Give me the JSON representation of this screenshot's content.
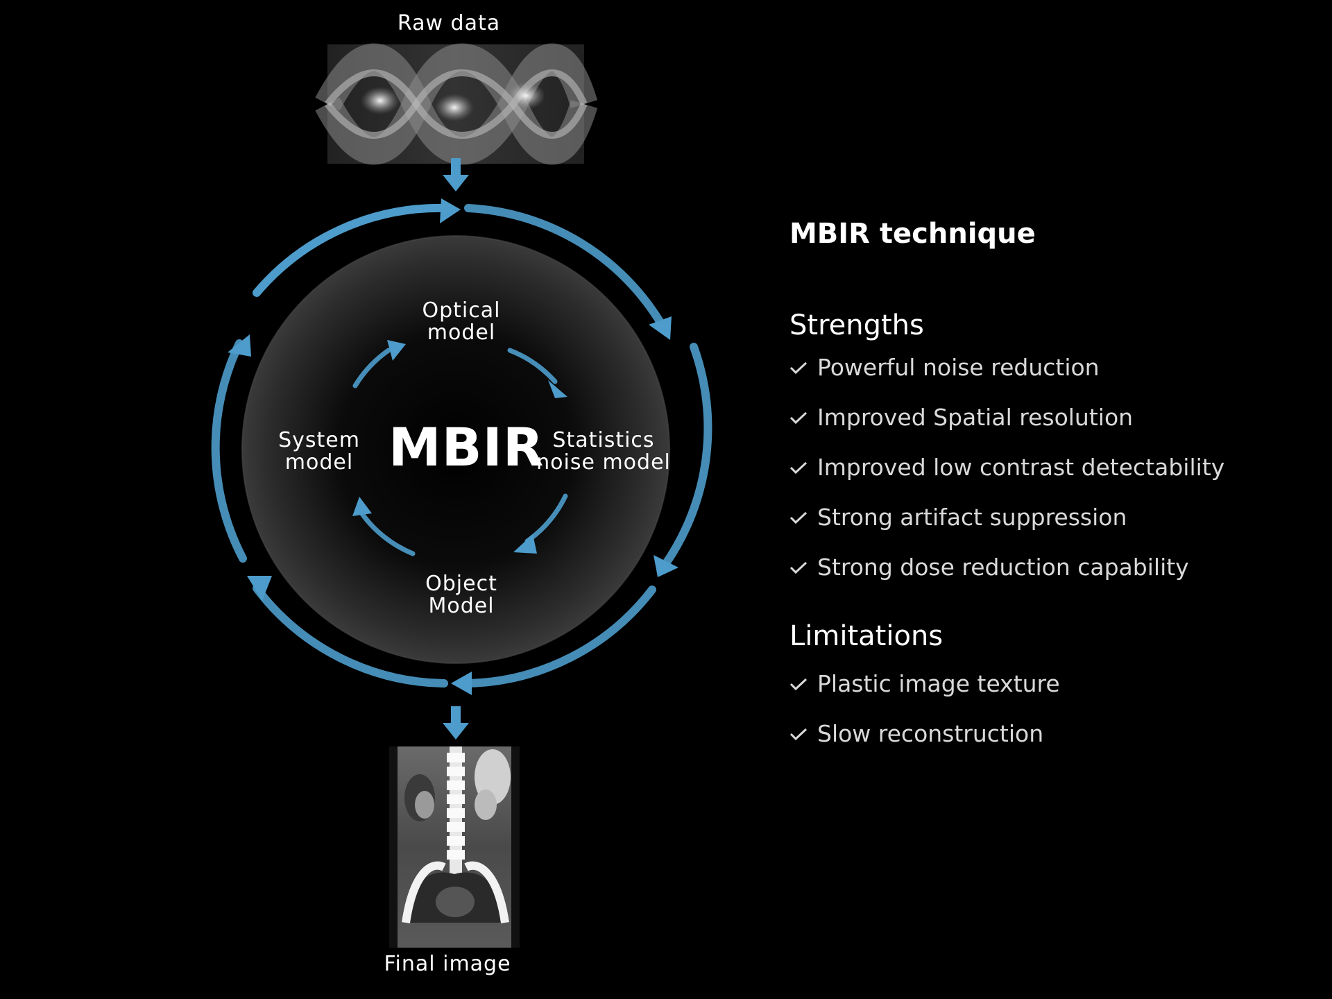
{
  "diagram": {
    "raw_data_label": "Raw data",
    "final_image_label": "Final image",
    "center_label": "MBIR",
    "nodes": {
      "optical": [
        "Optical",
        "model"
      ],
      "statistics": [
        "Statistics",
        "noise model"
      ],
      "object": [
        "Object",
        "Model"
      ],
      "system": [
        "System",
        "model"
      ]
    },
    "arrow_color": "#4d9ccb"
  },
  "panel": {
    "title": "MBIR technique",
    "strengths_heading": "Strengths",
    "strengths": [
      "Powerful noise reduction",
      "Improved Spatial resolution",
      "Improved low contrast detectability",
      "Strong artifact suppression",
      "Strong dose reduction capability"
    ],
    "limitations_heading": "Limitations",
    "limitations": [
      "Plastic image texture",
      "Slow reconstruction"
    ]
  }
}
